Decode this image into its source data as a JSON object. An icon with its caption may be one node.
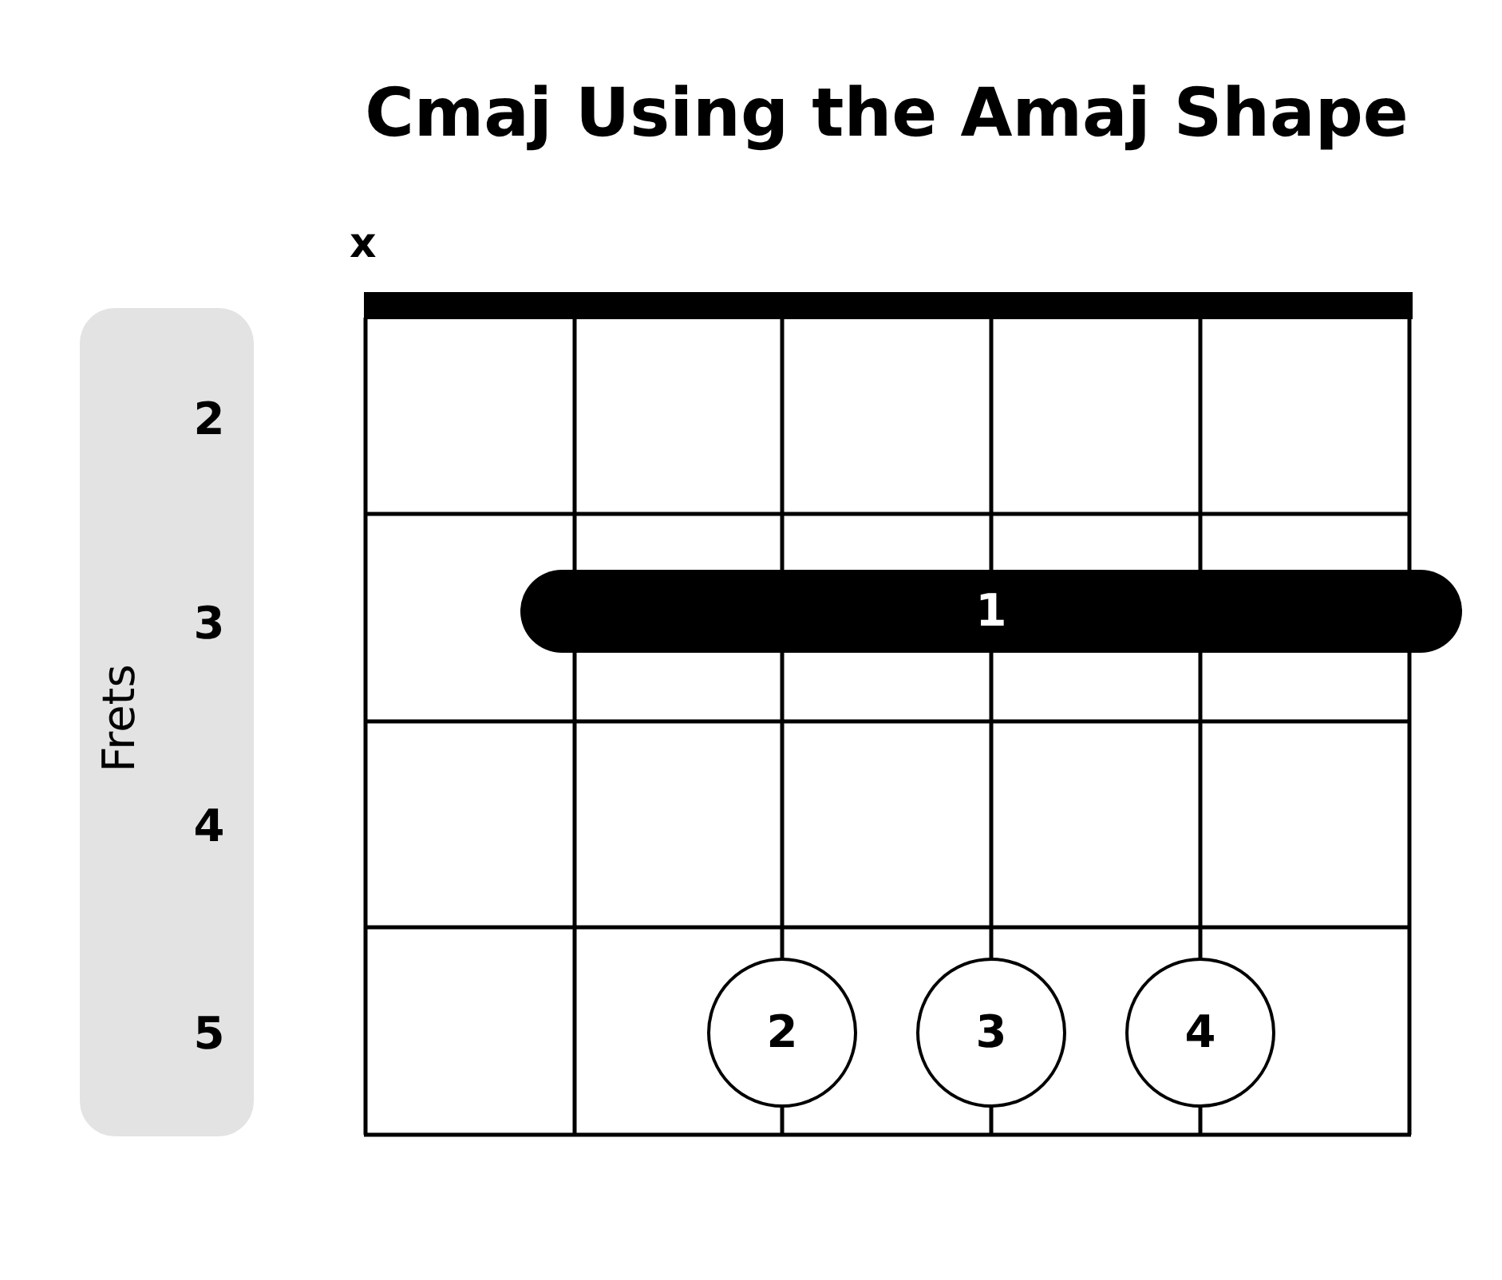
{
  "diagram": {
    "title": "Cmaj Using the Amaj Shape",
    "nodes": [
      {
        "text": [
          "Frets",
          "2",
          "3",
          "4",
          "5"
        ]
      },
      {
        "text": [
          "1"
        ]
      },
      {
        "text": [
          "2"
        ]
      },
      {
        "text": [
          "3"
        ]
      },
      {
        "text": [
          "4"
        ]
      }
    ],
    "labels": [
      "x"
    ]
  }
}
